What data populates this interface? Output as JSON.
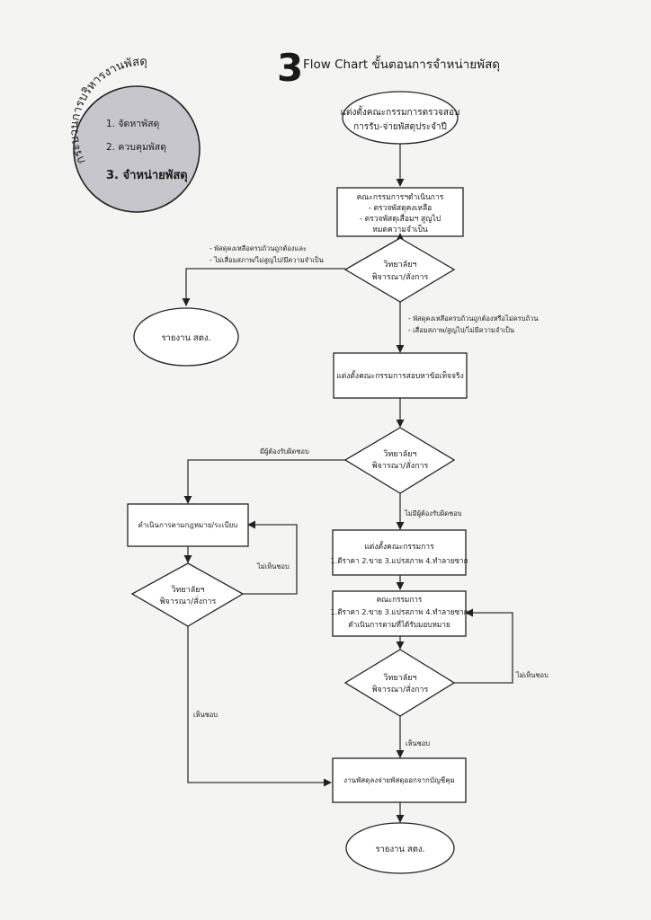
{
  "header": {
    "number": "3",
    "title": "Flow Chart ขั้นตอนการจำหน่ายพัสดุ"
  },
  "sidebar": {
    "heading": "กระบวนการบริหารงานพัสดุ",
    "items": [
      "1. จัดหาพัสดุ",
      "2. ควบคุมพัสดุ",
      "3. จำหน่ายพัสดุ"
    ],
    "fill_color": "#c6c6cc"
  },
  "nodes": {
    "start": [
      "แต่งตั้งคณะกรรมการตรวจสอบ",
      "การรับ-จ่ายพัสดุประจำปี"
    ],
    "committee_work": [
      "คณะกรรมการฯดำเนินการ",
      "- ตรวจพัสดุคงเหลือ",
      "- ตรวจพัสดุเสื่อมฯ สูญไป",
      "หมดความจำเป็น"
    ],
    "decision1": [
      "วิทยาลัยฯ",
      "พิจารณา/สั่งการ"
    ],
    "report_left": "รายงาน สตง.",
    "fact_finding": "แต่งตั้งคณะกรรมการสอบหาข้อเท็จจริง",
    "decision2": [
      "วิทยาลัยฯ",
      "พิจารณา/สั่งการ"
    ],
    "legal_action": "ดำเนินการตามกฎหมาย/ระเบียบ",
    "decision_left": [
      "วิทยาลัยฯ",
      "พิจารณา/สั่งการ"
    ],
    "appoint_committee": [
      "แต่งตั้งคณะกรรมการ",
      "1.ตีราคา 2.ขาย 3.แปรสภาพ 4.ทำลายซาก"
    ],
    "committee_action": [
      "คณะกรรมการ",
      "1.ตีราคา 2.ขาย 3.แปรสภาพ 4.ทำลายซาก",
      "ดำเนินการตามที่ได้รับมอบหมาย"
    ],
    "decision3": [
      "วิทยาลัยฯ",
      "พิจารณา/สั่งการ"
    ],
    "write_off": "งานพัสดุลงจ่ายพัสดุออกจากบัญชีคุม",
    "report_end": "รายงาน สตง."
  },
  "labels": {
    "d1_left": [
      "- พัสดุคงเหลือครบถ้วนถูกต้องและ",
      "- ไม่เสื่อมสภาพ/ไม่สูญไป/มีความจำเป็น"
    ],
    "d1_down": [
      "- พัสดุคงเหลือครบถ้วนถูกต้องหรือไม่ครบถ้วน",
      "- เสื่อมสภาพ/สูญไป/ไม่มีความจำเป็น"
    ],
    "d2_left": "มีผู้ต้องรับผิดชอบ",
    "d2_down": "ไม่มีผู้ต้องรับผิดชอบ",
    "left_loop": "ไม่เห็นชอบ",
    "left_down": "เห็นชอบ",
    "right_loop": "ไม่เห็นชอบ",
    "right_down": "เห็นชอบ"
  }
}
